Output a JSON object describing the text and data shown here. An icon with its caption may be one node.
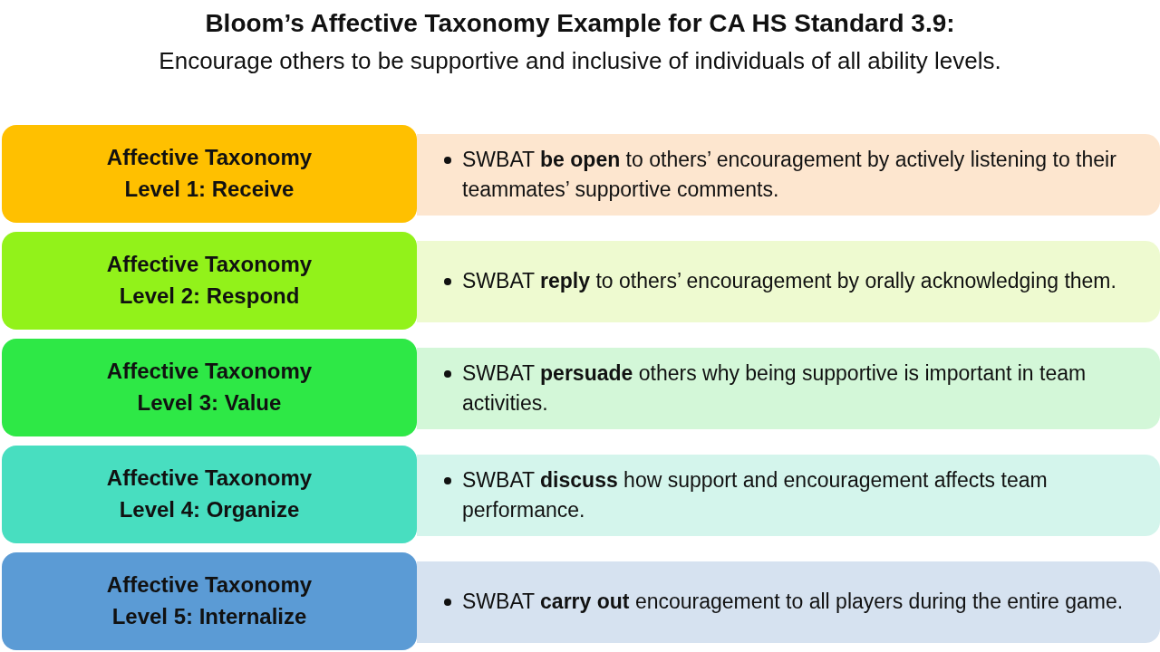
{
  "diagram": {
    "title": "Bloom’s Affective Taxonomy Example for CA HS Standard 3.9:",
    "nodes": [
      {
        "text": [
          "Affective Taxonomy Level 1: Receive"
        ]
      },
      {
        "text": [
          "SWBAT **be open** to others’ encouragement by actively listening to their teammates’ supportive comments."
        ]
      },
      {
        "text": [
          "Affective Taxonomy Level 2: Respond"
        ]
      },
      {
        "text": [
          "SWBAT **reply** to others’ encouragement by orally acknowledging them."
        ]
      },
      {
        "text": [
          "Affective Taxonomy Level 3: Value"
        ]
      },
      {
        "text": [
          "SWBAT **persuade** others why being supportive is important in team activities."
        ]
      },
      {
        "text": [
          "Affective Taxonomy Level 4: Organize"
        ]
      },
      {
        "text": [
          "SWBAT **discuss** how support and encouragement affects team performance."
        ]
      },
      {
        "text": [
          "Affective Taxonomy Level 5: Internalize"
        ]
      },
      {
        "text": [
          "SWBAT **carry out** encouragement to all players during the entire game."
        ]
      }
    ],
    "labels": [
      "Encourage others to be supportive and inclusive of individuals of all ability levels."
    ]
  }
}
